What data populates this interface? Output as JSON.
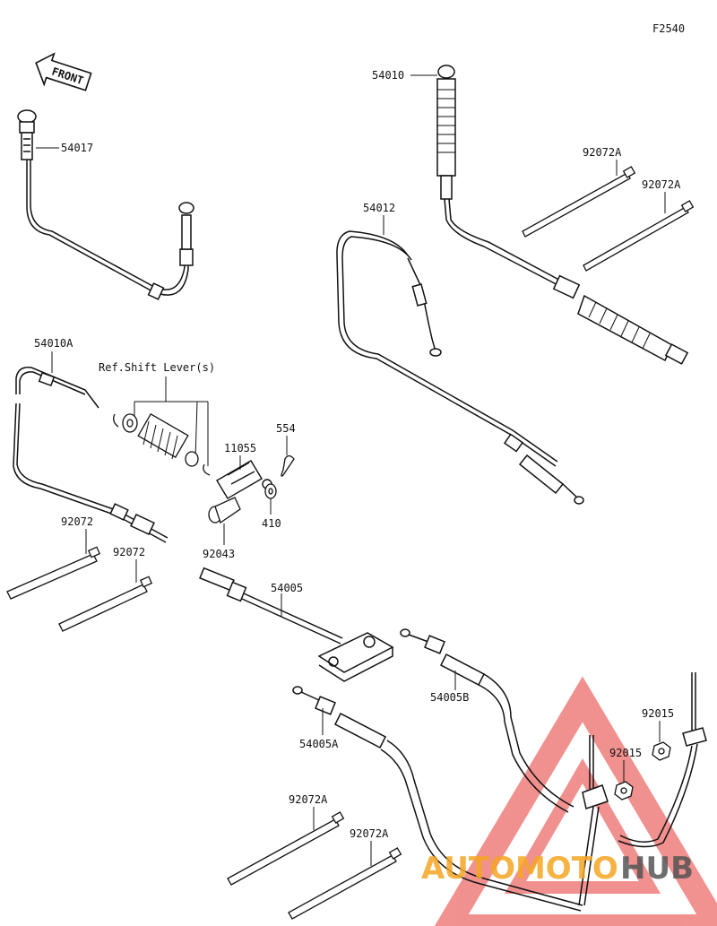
{
  "diagram": {
    "figure_code": "F2540",
    "front_label": "FRONT",
    "ref_note": "Ref.Shift Lever(s)",
    "parts": {
      "p54010": "54010",
      "p54012": "54012",
      "p54017": "54017",
      "p54010A": "54010A",
      "p92072A_1": "92072A",
      "p92072A_2": "92072A",
      "p92072A_3": "92072A",
      "p92072A_4": "92072A",
      "p11055": "11055",
      "p554": "554",
      "p410": "410",
      "p92043": "92043",
      "p92072_1": "92072",
      "p92072_2": "92072",
      "p54005": "54005",
      "p54005B": "54005B",
      "p54005A": "54005A",
      "p92015_1": "92015",
      "p92015_2": "92015"
    }
  },
  "watermark": {
    "text_a": "AUTOMOTO",
    "text_b": "HUB",
    "color_a": "#f5a623",
    "color_b": "#555555",
    "triangle_color": "#e53935"
  }
}
